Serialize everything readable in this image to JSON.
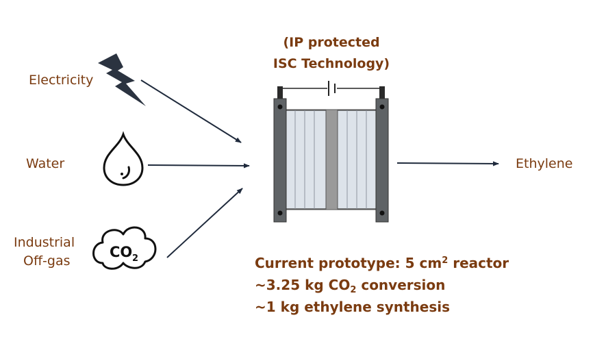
{
  "inputs": {
    "electricity": "Electricity",
    "water": "Water",
    "offgas_line1": "Industrial",
    "offgas_line2": "Off-gas",
    "co2_icon_text": "CO",
    "co2_icon_sub": "2"
  },
  "output": {
    "label": "Ethylene"
  },
  "technology": {
    "line1": "(IP protected",
    "line2": "ISC Technology)"
  },
  "prototype": {
    "line1_pre": "Current prototype: 5 cm",
    "line1_sup": "2",
    "line1_post": " reactor",
    "line2_pre": "~3.25 kg CO",
    "line2_sub": "2",
    "line2_post": " conversion",
    "line3": "~1 kg ethylene synthesis"
  },
  "colors": {
    "label_text": "#7a3b10",
    "arrow": "#1f2a3c",
    "plate_dark": "#5f6366",
    "cell_light": "#dde3ea",
    "membrane": "#9a9a9a"
  }
}
